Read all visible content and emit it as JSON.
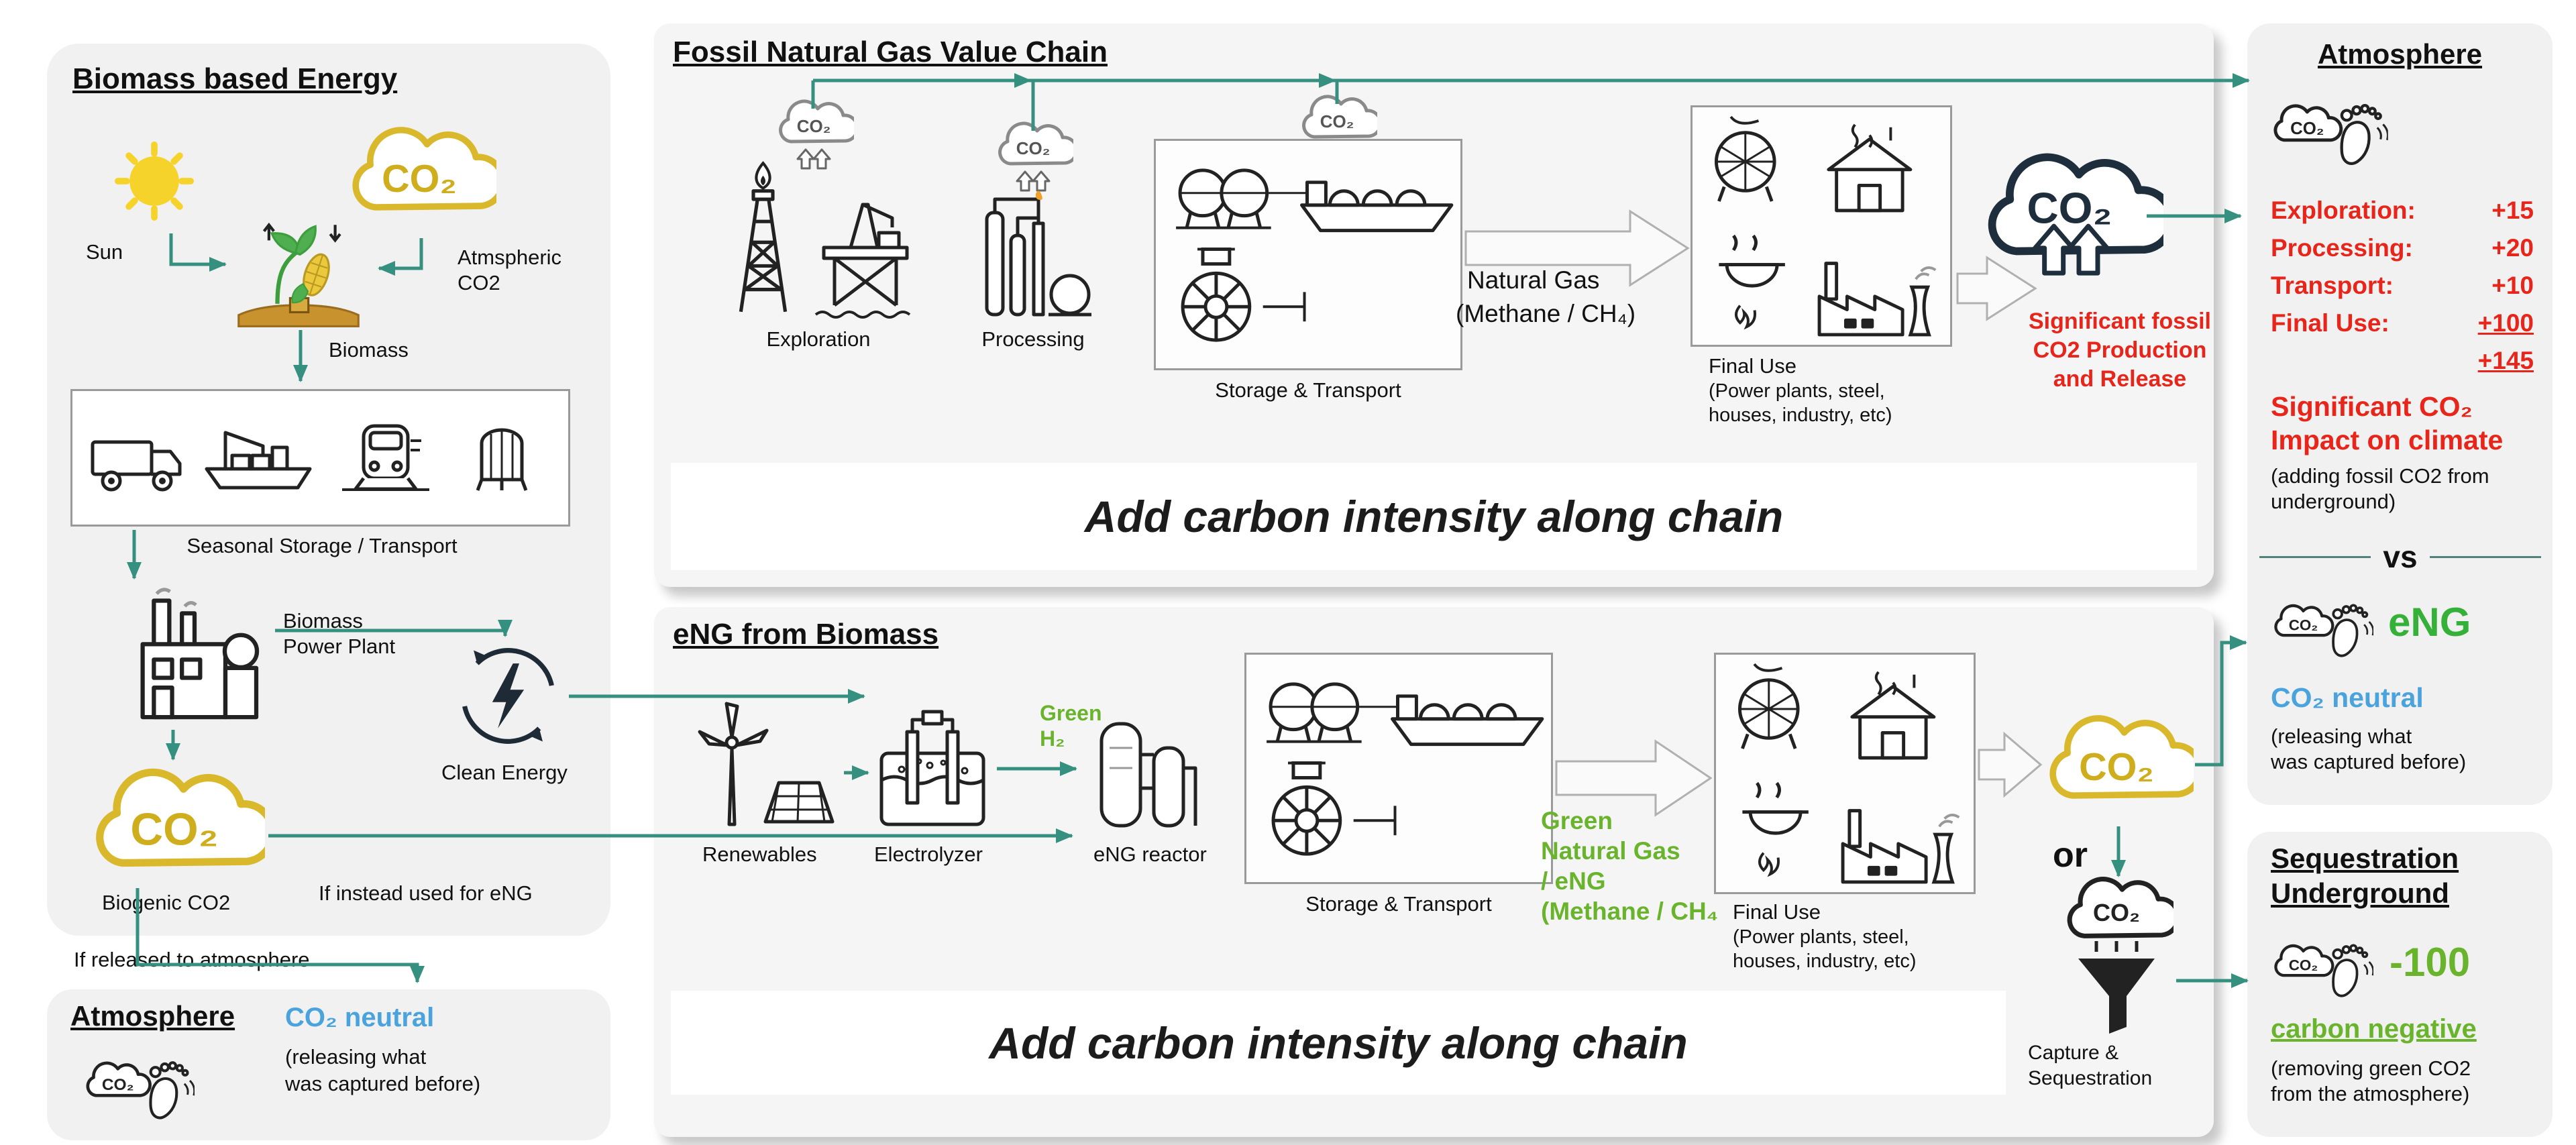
{
  "common": {
    "co2": "CO₂"
  },
  "biomass_panel": {
    "title": "Biomass based Energy",
    "sun": "Sun",
    "atmos_co2_1": "Atmspheric",
    "atmos_co2_2": "CO2",
    "biomass": "Biomass",
    "storage": "Seasonal Storage / Transport",
    "power_plant_1": "Biomass",
    "power_plant_2": "Power Plant",
    "clean_energy": "Clean Energy",
    "biogenic": "Biogenic CO2",
    "if_instead": "If instead used for eNG",
    "if_released": "If released to atmosphere"
  },
  "left_atmosphere": {
    "title": "Atmosphere",
    "neutral": "CO₂ neutral",
    "sub1": "(releasing what",
    "sub2": "was captured before)"
  },
  "fossil": {
    "title": "Fossil Natural Gas Value Chain",
    "exploration": "Exploration",
    "processing": "Processing",
    "storage": "Storage & Transport",
    "gas1": "Natural  Gas",
    "gas2": "(Methane / CH₄)",
    "final_use": "Final Use",
    "final_sub1": "(Power plants, steel,",
    "final_sub2": "houses, industry, etc)",
    "release1": "Significant fossil",
    "release2": "CO2 Production",
    "release3": "and  Release",
    "banner": "Add carbon intensity along chain"
  },
  "eng": {
    "title": "eNG from Biomass",
    "renewables": "Renewables",
    "electrolyzer": "Electrolyzer",
    "h2_1": "Green",
    "h2_2": "H₂",
    "reactor": "eNG reactor",
    "storage": "Storage & Transport",
    "green1": "Green",
    "green2": "Natural Gas",
    "green3": "/ eNG",
    "green4": "(Methane / CH₄",
    "final_use": "Final Use",
    "final_sub1": "(Power plants, steel,",
    "final_sub2": "houses, industry, etc)",
    "or": "or",
    "capture1": "Capture &",
    "capture2": "Sequestration",
    "banner": "Add carbon intensity along chain"
  },
  "atmosphere": {
    "title": "Atmosphere",
    "rows": [
      {
        "label": "Exploration:",
        "value": "+15"
      },
      {
        "label": "Processing:",
        "value": "+20"
      },
      {
        "label": "Transport:",
        "value": "+10"
      },
      {
        "label": "Final Use:",
        "value": "+100"
      }
    ],
    "total": "+145",
    "impact1": "Significant CO₂",
    "impact2": "Impact on climate",
    "impact_sub1": "(adding fossil CO2 from",
    "impact_sub2": "underground)",
    "vs": "vs",
    "eng": "eNG",
    "neutral": "CO₂ neutral",
    "neutral_sub1": "(releasing what",
    "neutral_sub2": "was captured before)"
  },
  "sequestration": {
    "title1": "Sequestration",
    "title2": "Underground",
    "value": "-100",
    "negative": "carbon negative",
    "sub1": "(removing green CO2",
    "sub2": "from the atmosphere)"
  }
}
